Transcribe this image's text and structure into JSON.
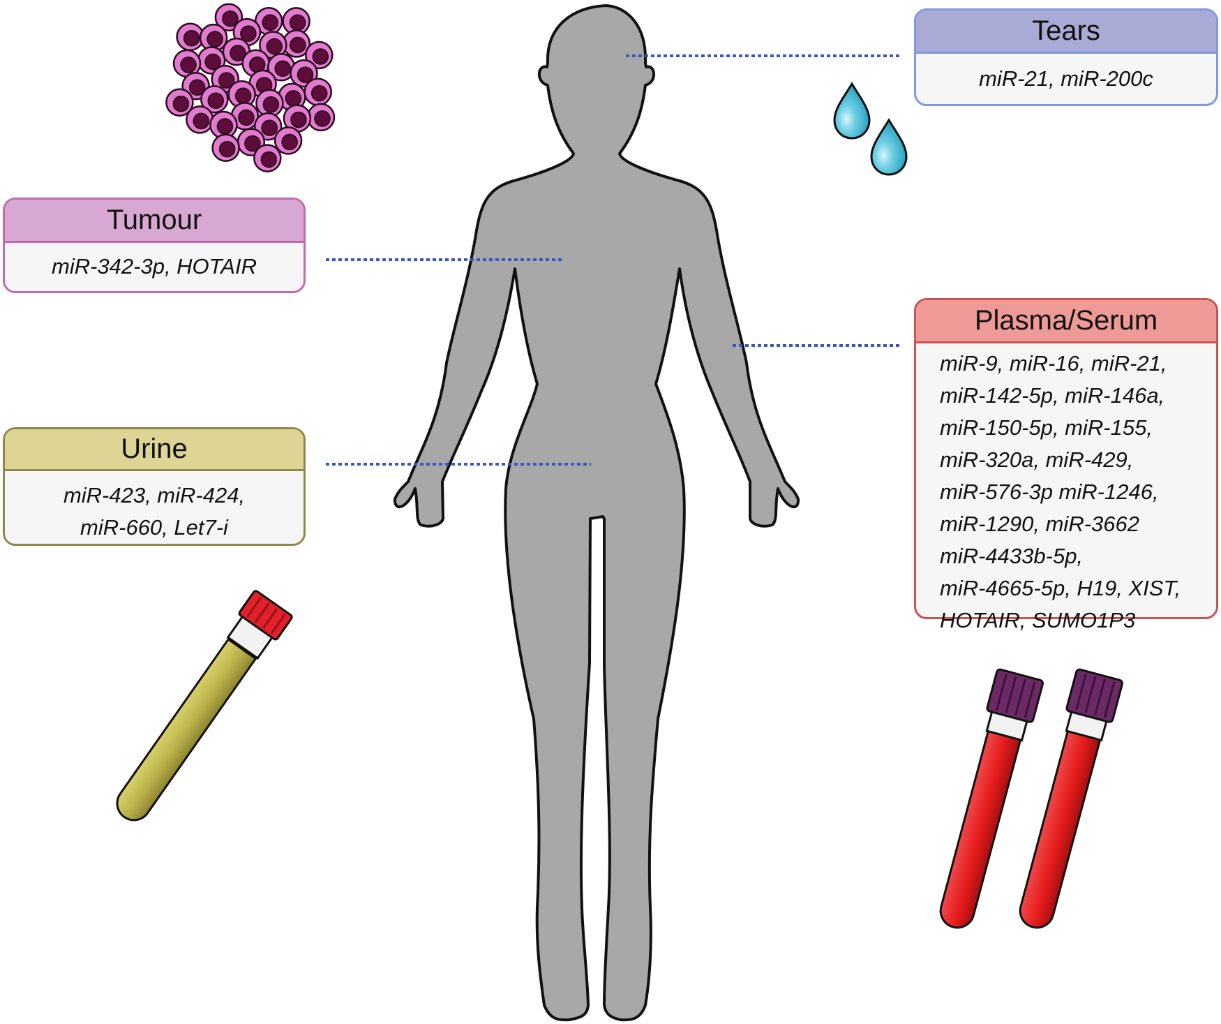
{
  "tears": {
    "title": "Tears",
    "markers": "miR-21, miR-200c"
  },
  "tumour": {
    "title": "Tumour",
    "markers": "miR-342-3p, HOTAIR"
  },
  "urine": {
    "title": "Urine",
    "lines": [
      "miR-423, miR-424,",
      "miR-660, Let7-i"
    ]
  },
  "plasma": {
    "title": "Plasma/Serum",
    "lines": [
      "miR-9, miR-16, miR-21,",
      "miR-142-5p, miR-146a,",
      "miR-150-5p, miR-155,",
      "miR-320a, miR-429,",
      "miR-576-3p miR-1246,",
      "miR-1290, miR-3662",
      "miR-4433b-5p,",
      "miR-4665-5p, H19, XIST,",
      "HOTAIR, SUMO1P3"
    ]
  },
  "colors": {
    "body_fill": "#a8a8a8",
    "connector": "#3b56c4",
    "tumour_cell": "#e27ad0",
    "tumour_nucleus": "#5e0d3a",
    "tear_drop": "#29a9c8",
    "urine": "#bdb54c",
    "red_cap": "#e0202a",
    "blood": "#e61b1b",
    "purple_cap": "#6b2a66"
  },
  "icons": [
    "tumour-cell-cluster-icon",
    "tear-drops-icon",
    "urine-tube-icon",
    "blood-tubes-icon",
    "human-silhouette-icon"
  ]
}
